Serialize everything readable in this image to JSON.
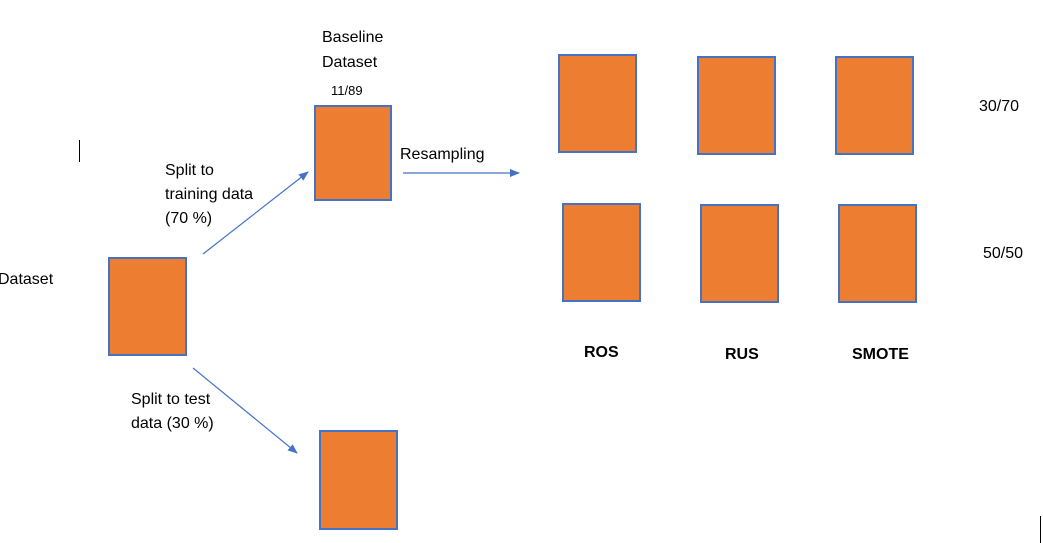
{
  "colors": {
    "box_fill": "#ed7d31",
    "box_border": "#4472c4",
    "arrow": "#4472c4"
  },
  "labels": {
    "dataset": "Dataset",
    "baseline_line1": "Baseline",
    "baseline_line2": "Dataset",
    "baseline_ratio": "11/89",
    "split_train_line1": "Split to",
    "split_train_line2": "training data",
    "split_train_line3": "(70 %)",
    "split_test_line1": "Split to test",
    "split_test_line2": "data (30 %)",
    "resampling": "Resampling",
    "ratio_30_70": "30/70",
    "ratio_50_50": "50/50",
    "method_ros": "ROS",
    "method_rus": "RUS",
    "method_smote": "SMOTE"
  }
}
